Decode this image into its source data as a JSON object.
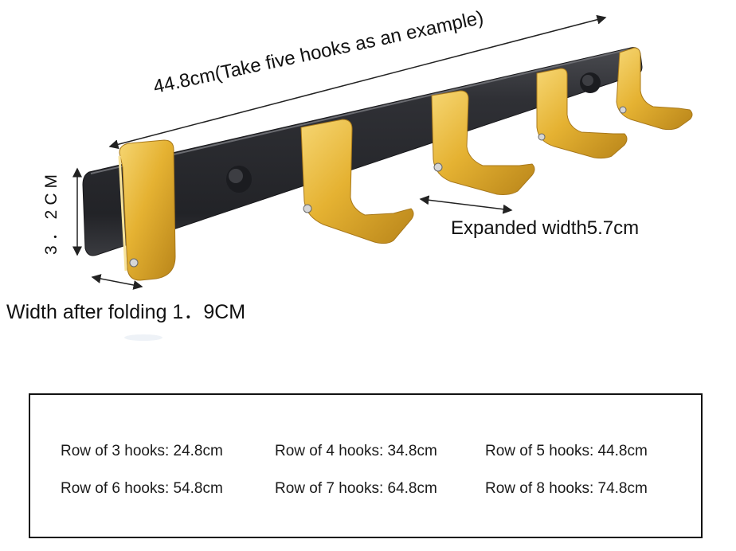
{
  "product": {
    "bar_color": "#2b2c30",
    "hook_color": "#e0ac2a",
    "hook_count": 5
  },
  "dimensions": {
    "length": "44.8cm(Take five hooks as an example)",
    "height": "3．2CM",
    "expanded_width": "Expanded width5.7cm",
    "folded_width": "Width after folding 1．9CM"
  },
  "specs": {
    "items": [
      "Row of 3 hooks: 24.8cm",
      "Row of 4 hooks: 34.8cm",
      "Row of 5 hooks: 44.8cm",
      "Row of 6 hooks: 54.8cm",
      "Row of 7 hooks: 64.8cm",
      "Row of 8 hooks: 74.8cm"
    ]
  }
}
